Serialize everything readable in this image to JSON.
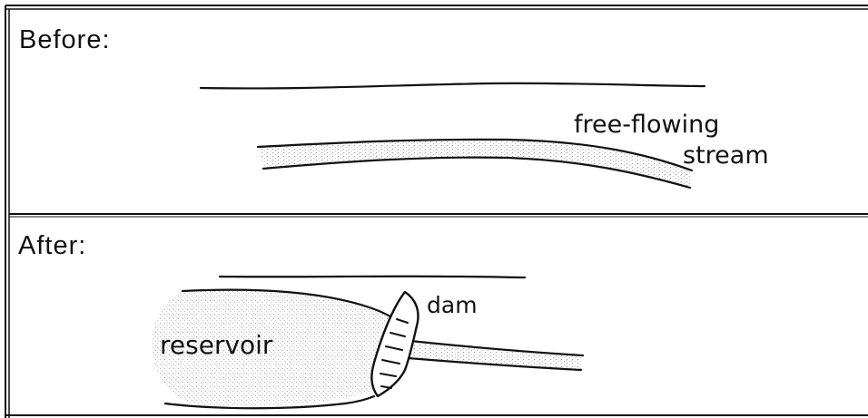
{
  "panels": {
    "before": {
      "label": "Before:",
      "annotation_line1": "free-flowing",
      "annotation_line2": "stream"
    },
    "after": {
      "label": "After:",
      "reservoir_label": "reservoir",
      "dam_label": "dam"
    }
  },
  "colors": {
    "ink": "#111111",
    "water_stipple": "#b9b9b9",
    "background": "#ffffff"
  }
}
